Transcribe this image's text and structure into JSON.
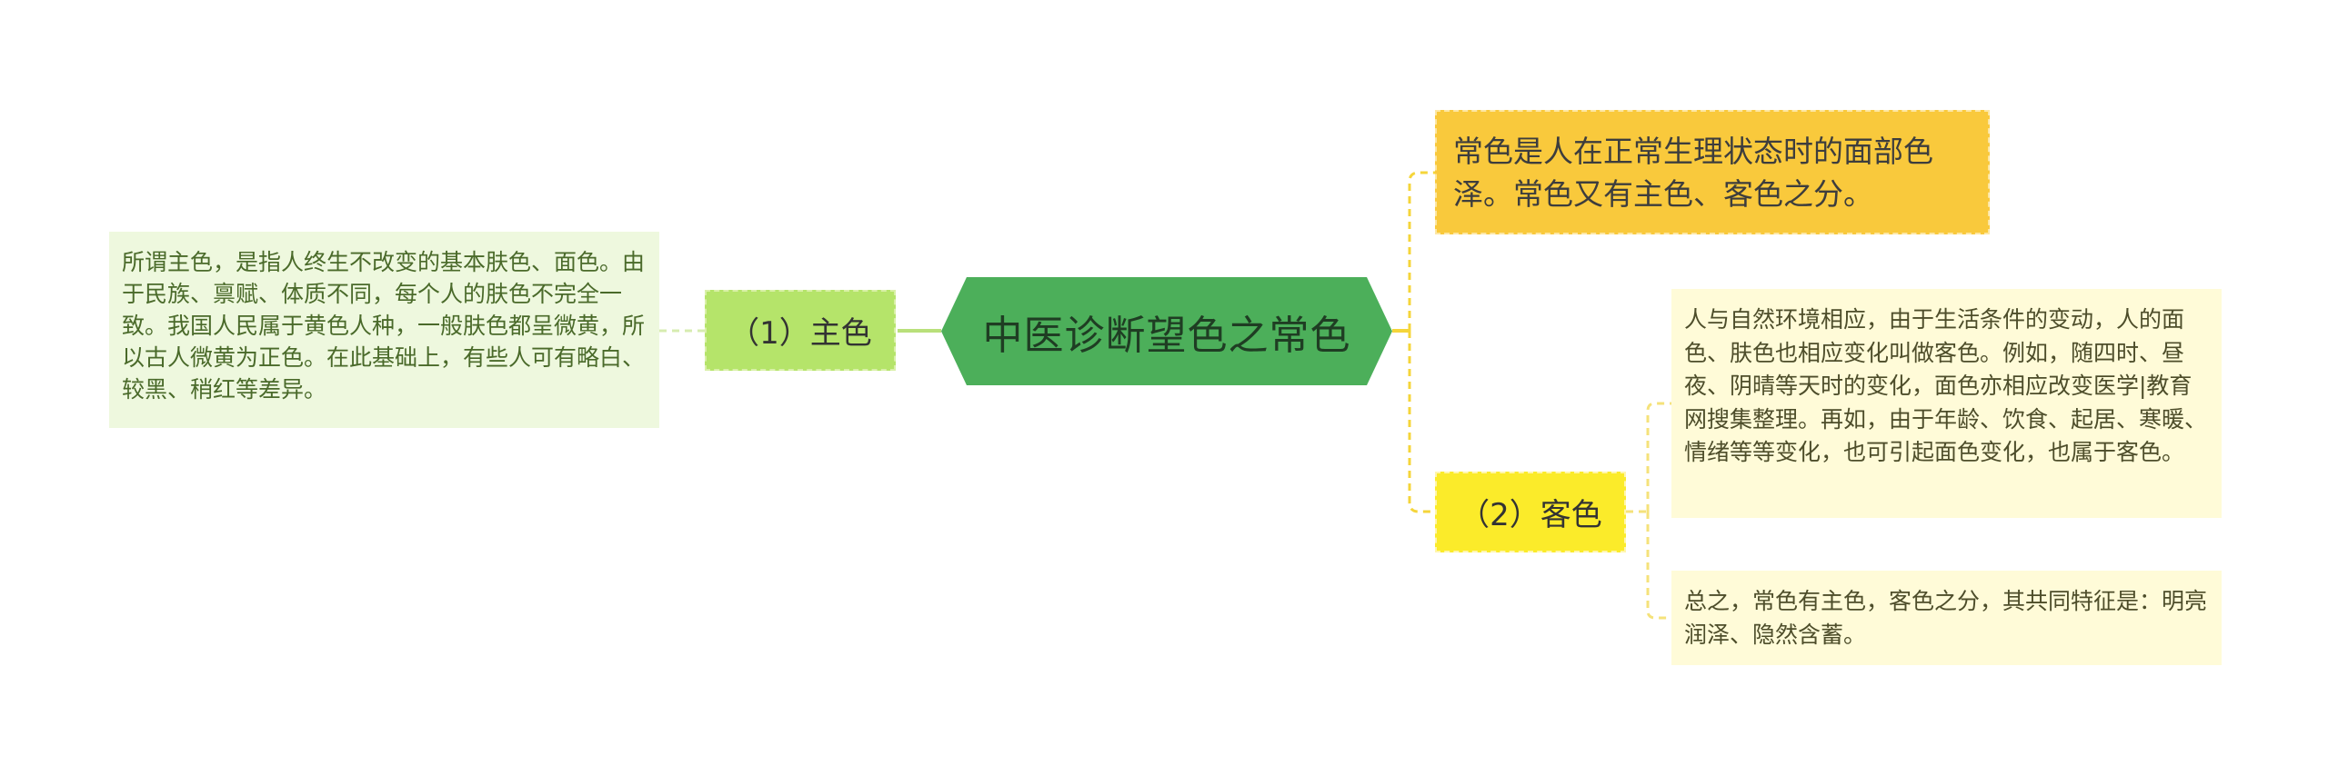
{
  "diagram": {
    "central": {
      "label": "中医诊断望色之常色"
    },
    "left_branch": {
      "label": "（1）主色",
      "detail": "所谓主色，是指人终生不改变的基本肤色、面色。由于民族、禀赋、体质不同，每个人的肤色不完全一致。我国人民属于黄色人种，一般肤色都呈微黄，所以古人微黄为正色。在此基础上，有些人可有略白、较黑、稍红等差异。"
    },
    "right_branch": {
      "definition": "常色是人在正常生理状态时的面部色泽。常色又有主色、客色之分。",
      "guest": {
        "label": "（2）客色",
        "detail_1": "人与自然环境相应，由于生活条件的变动，人的面色、肤色也相应变化叫做客色。例如，随四时、昼夜、阴晴等天时的变化，面色亦相应改变医学|教育网搜集整理。再如，由于年龄、饮食、起居、寒暖、情绪等等变化，也可引起面色变化，也属于客色。",
        "detail_2": "总之，常色有主色，客色之分，其共同特征是：明亮润泽、隐然含蓄。"
      }
    },
    "colors": {
      "central_fill": "#4caf5a",
      "left_label_fill": "#b5e46a",
      "left_detail_fill": "#eef8de",
      "left_connector": "#b9e07a",
      "right_definition_fill": "#f9c93c",
      "right_label_fill": "#fbeb2a",
      "right_detail_fill": "#fffbd8",
      "right_connector": "#f5d53a"
    }
  }
}
